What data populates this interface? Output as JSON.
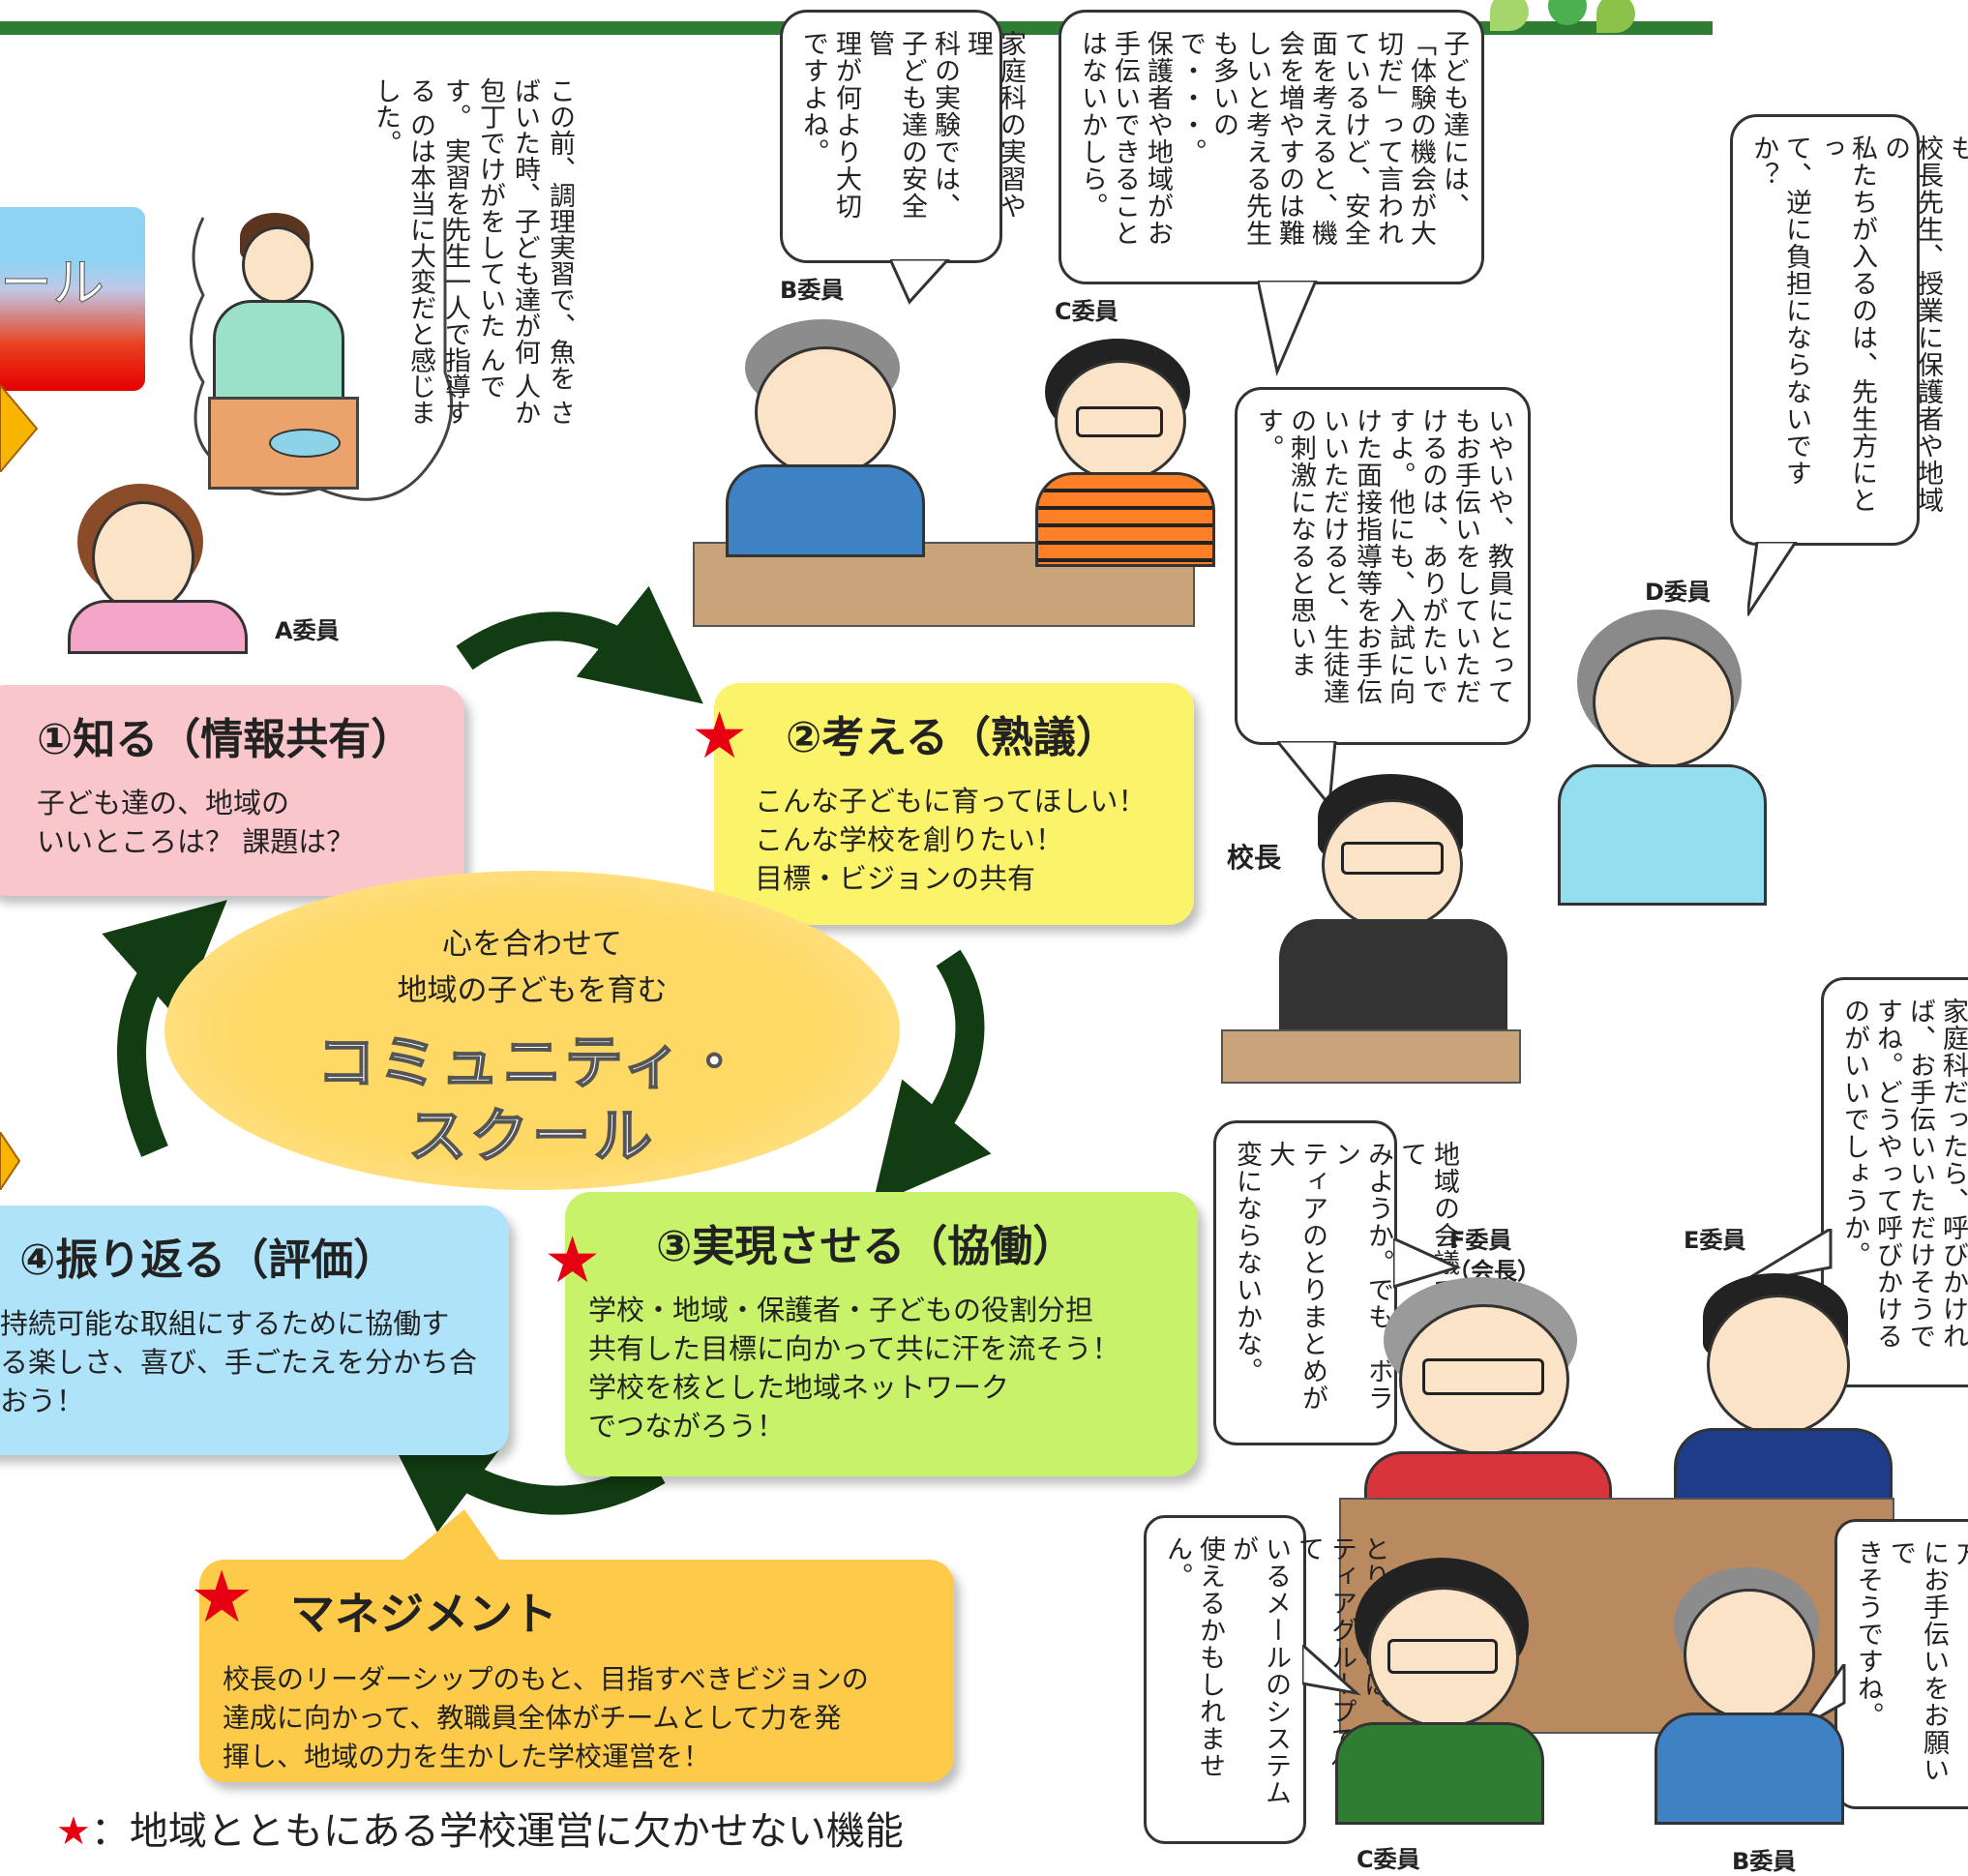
{
  "header": {
    "bar_color": "#2e7d32"
  },
  "left_edge": {
    "sign_text": "ール"
  },
  "bubbles": {
    "a": "この前、調理実習で、魚を\nさばいた時、子ども達が何\n人か包丁でけがをしていた\nんです。\n実習を先生一人で指導する\nのは本当に大変だと感じま\nした。",
    "b": "家庭科の実習や理\n科の実験では、\n子ども達の安全管\n理が何より大切\nですよね。",
    "c": "子ども達には、\n「体験の機会が大\n切だ」って言われ\nているけど、安全\n面を考えると、機\n会を増やすのは難\nしいと考える先生\nも多いので・・・。\n保護者や地域がお\n手伝いできること\nはないかしら。",
    "d": "お手伝いできるといいわ。でも、\n校長先生、授業に保護者や地域の\n私たちが入るのは、先生方にとっ\nて、逆に負担にならないですか？",
    "principal": "いやいや、教員にとって\nもお手伝いをしていただ\nけるのは、ありがたいで\nすよ。他にも、入試に向\nけた面接指導等をお手伝\nいいただけると、生徒達\nの刺激になると思います。",
    "e": "家庭科だったら、呼びかけれ\nば、お手伝いいただけそうで\nすね。どうやって呼びかける\nのがいいでしょうか。",
    "f": "地域の会議で呼びかけて\nみようか。でも、ボラン\nティアのとりまとめが大\n変にならないかな。",
    "c2": "とりまとめは、ボラン\nティアグループで使って\nいるメールのシステムが\n使えるかもしれません。",
    "b2": "面接指導も、地域の方\nにお手伝いをお願いで\nきそうですね。"
  },
  "labels": {
    "a": "A委員",
    "b": "B委員",
    "c": "C委員",
    "d": "D委員",
    "principal": "校長",
    "f_line1": "F委員",
    "f_line2": "（会長）",
    "e": "E委員",
    "c2": "C委員",
    "b2": "B委員"
  },
  "cycle": {
    "box1": {
      "title": "①知る（情報共有）",
      "text": "子ども達の、地域の\nいいところは？ 課題は？",
      "color": "#f9c6cc"
    },
    "box2": {
      "title": "②考える（熟議）",
      "text": "こんな子どもに育ってほしい！\nこんな学校を創りたい！\n目標・ビジョンの共有",
      "color": "#fbf46a"
    },
    "box3": {
      "title": "③実現させる（協働）",
      "text": "学校・地域・保護者・子どもの役割分担\n共有した目標に向かって共に汗を流そう！\n学校を核とした地域ネットワーク\nでつながろう！",
      "color": "#c8f26a"
    },
    "box4": {
      "title": "④振り返る（評価）",
      "text": "持続可能な取組にするために協働す\nる楽しさ、喜び、手ごたえを分かち合\nおう！",
      "color": "#aee3fa"
    },
    "center_line1": "心を合わせて",
    "center_line2": "地域の子どもを育む",
    "center_big1": "コミュニティ・",
    "center_big2": "スクール",
    "arrow_color": "#123d12"
  },
  "management": {
    "title": "マネジメント",
    "text": "校長のリーダーシップのもと、目指すべきビジョンの\n達成に向かって、教職員全体がチームとして力を発\n揮し、地域の力を生かした学校運営を！",
    "color": "#fdca4a"
  },
  "legend": {
    "star": "★",
    "text": "：地域とともにある学校運営に欠かせない機能",
    "star_color": "#e60012"
  }
}
